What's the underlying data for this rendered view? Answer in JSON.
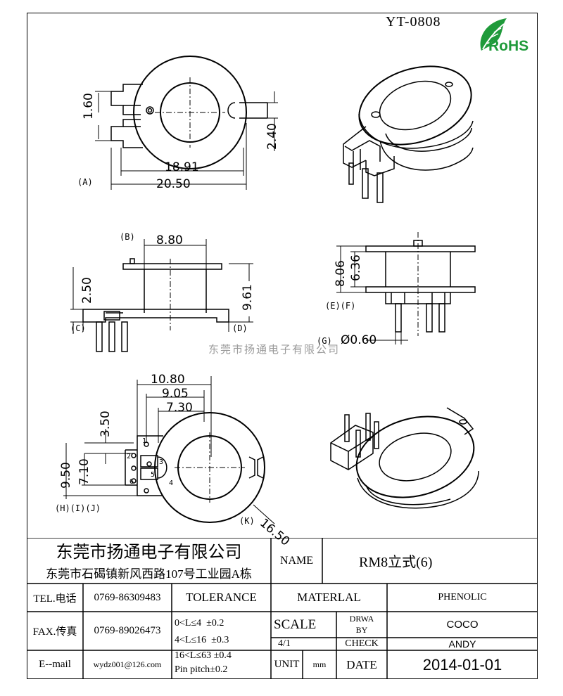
{
  "model": "YT-0808",
  "rohs": "RoHS",
  "watermark": "东莞市扬通电子有限公司",
  "dims": {
    "d160": "1.60",
    "d240": "2.40",
    "d1891": "18.91",
    "d2050": "20.50",
    "d880": "8.80",
    "d250": "2.50",
    "d961": "9.61",
    "d806": "8.06",
    "d636": "6.36",
    "d060": "Ø0.60",
    "d1080": "10.80",
    "d905": "9.05",
    "d730": "7.30",
    "d350": "3.50",
    "d950": "9.50",
    "d710": "7.10",
    "d1650": "16.50"
  },
  "labels": {
    "A": "(A)",
    "B": "(B)",
    "C": "(C)",
    "D": "(D)",
    "EF": "(E)(F)",
    "G": "(G)",
    "HIJ": "(H)(I)(J)",
    "K": "(K)",
    "pin1": "1",
    "pin2": "2",
    "pin3": "3",
    "pin4": "4",
    "pin5": "5",
    "pin6": "6"
  },
  "titleblock": {
    "company": "东莞市扬通电子有限公司",
    "address": "东莞市石碣镇新风西路107号工业园A栋",
    "name_label": "NAME",
    "name_value": "RM8立式(6)",
    "tel_label": "TEL.电话",
    "tel_value": "0769-86309483",
    "fax_label": "FAX.传真",
    "fax_value": "0769-89026473",
    "email_label": "E--mail",
    "email_value": "wydz001@126.com",
    "tolerance_label": "TOLERANCE",
    "tol1": "0<L≤4  ±0.2",
    "tol2": "4<L≤16  ±0.3",
    "tol3": "16<L≤63 ±0.4",
    "tol4": "Pin pitch±0.2",
    "material_label": "MATERLAL",
    "material_value": "PHENOLIC",
    "scale_label": "SCALE",
    "scale_value": "4/1",
    "drawn_label_1": "DRWA",
    "drawn_label_2": "BY",
    "drawn_value": "COCO",
    "check_label": "CHECK",
    "check_value": "ANDY",
    "unit_label": "UNIT",
    "unit_value": "mm",
    "date_label": "DATE",
    "date_value": "2014-01-01"
  },
  "colors": {
    "rohs_green": "#1f9a3a",
    "watermark": "#9a9a9a"
  }
}
